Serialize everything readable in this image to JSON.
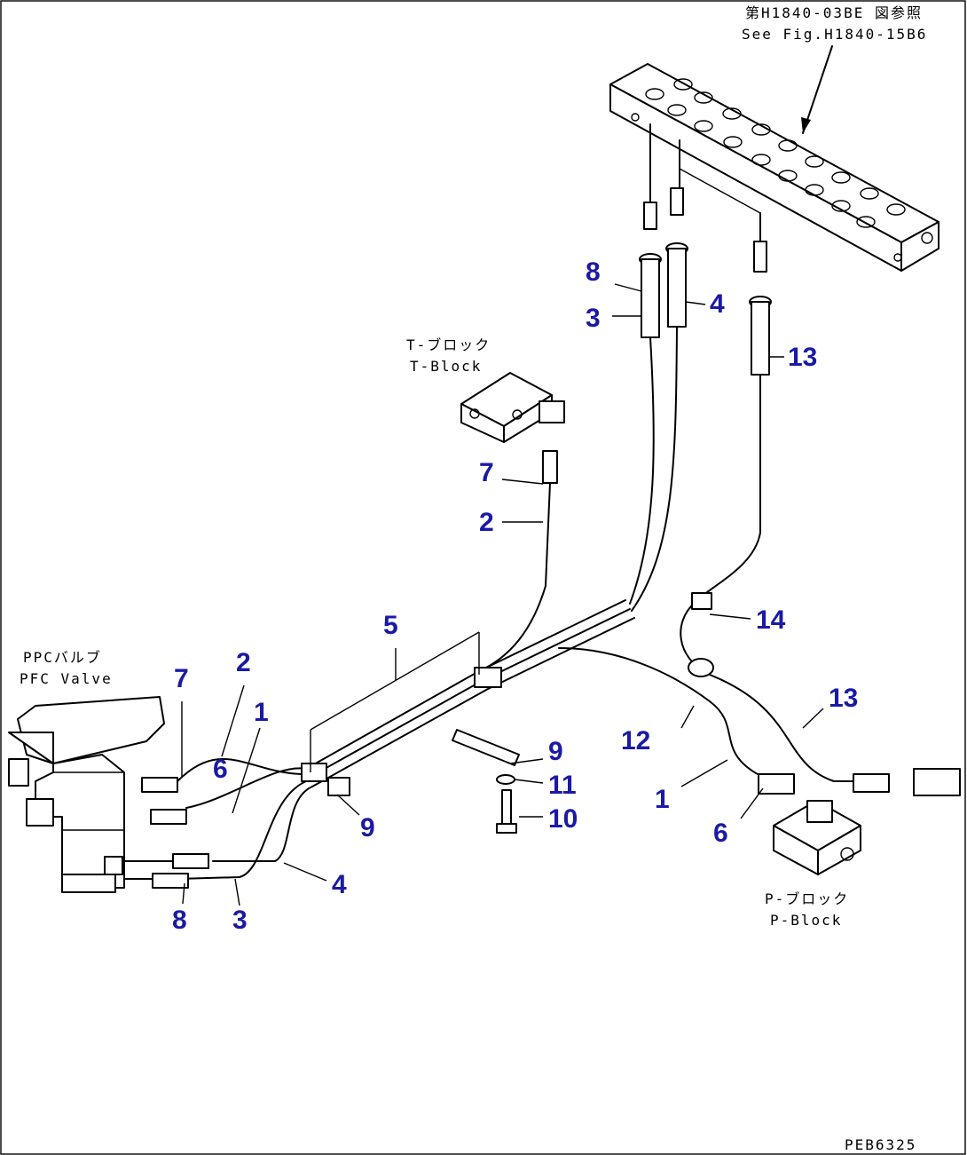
{
  "references": {
    "ref_jp": "第H1840-03BE 図参照",
    "ref_en": "See Fig.H1840-15B6",
    "t_block_jp": "T-ブロック",
    "t_block_en": "T-Block",
    "pfc_valve_jp": "PPCバルブ",
    "pfc_valve_en": "PFC Valve",
    "p_block_jp": "P-ブロック",
    "p_block_en": "P-Block",
    "drawing_code": "PEB6325"
  },
  "callouts": [
    "1",
    "2",
    "3",
    "4",
    "5",
    "6",
    "7",
    "8",
    "9",
    "10",
    "11",
    "12",
    "13",
    "14"
  ],
  "colors": {
    "callout": "#1a1aa6",
    "line": "#000000",
    "background": "#ffffff"
  }
}
